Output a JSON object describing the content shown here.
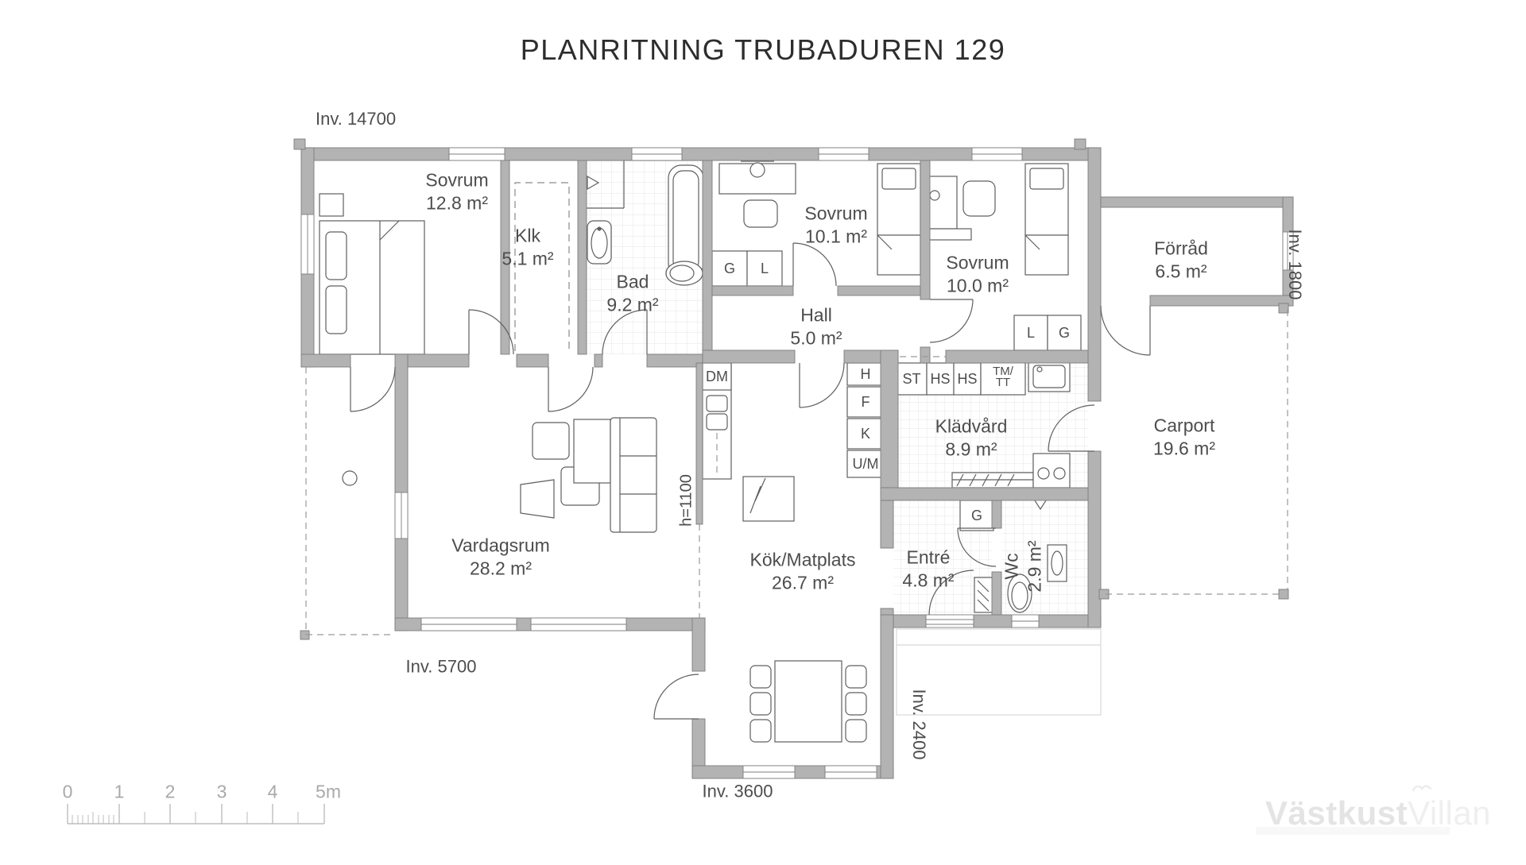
{
  "title": "PLANRITNING TRUBADUREN 129",
  "rooms": {
    "sovrum1": {
      "name": "Sovrum",
      "area": "12.8 m²"
    },
    "klk": {
      "name": "Klk",
      "area": "5.1 m²"
    },
    "bad": {
      "name": "Bad",
      "area": "9.2 m²"
    },
    "sovrum2": {
      "name": "Sovrum",
      "area": "10.1 m²"
    },
    "sovrum3": {
      "name": "Sovrum",
      "area": "10.0 m²"
    },
    "forrad": {
      "name": "Förråd",
      "area": "6.5 m²"
    },
    "hall": {
      "name": "Hall",
      "area": "5.0 m²"
    },
    "vardagsrum": {
      "name": "Vardagsrum",
      "area": "28.2 m²"
    },
    "kok": {
      "name": "Kök/Matplats",
      "area": "26.7 m²"
    },
    "kladvard": {
      "name": "Klädvård",
      "area": "8.9 m²"
    },
    "entre": {
      "name": "Entré",
      "area": "4.8 m²"
    },
    "wc": {
      "name": "Wc",
      "area": "2.9 m²"
    },
    "carport": {
      "name": "Carport",
      "area": "19.6 m²"
    }
  },
  "dimensions": {
    "top": "Inv. 14700",
    "right": "Inv. 1800",
    "bottom_left": "Inv. 5700",
    "bottom_center": "Inv. 3600",
    "porch": "Inv. 2400",
    "half_wall": "h=1100"
  },
  "closets": {
    "sovrum2_g": "G",
    "sovrum2_l": "L",
    "sovrum3_l": "L",
    "sovrum3_g": "G",
    "entre_g": "G"
  },
  "appliances": {
    "dm": "DM",
    "h": "H",
    "f": "F",
    "k": "K",
    "um": "U/M",
    "st": "ST",
    "hs1": "HS",
    "hs2": "HS",
    "tm_line1": "TM/",
    "tm_line2": "TT"
  },
  "scale_bar": {
    "t0": "0",
    "t1": "1",
    "t2": "2",
    "t3": "3",
    "t4": "4",
    "t5": "5m"
  },
  "colors": {
    "wall": "#b3b3b3",
    "line": "#5f5f5f",
    "tile": "#e4e4e4",
    "text": "#4d4d4d"
  },
  "logo": {
    "bold": "Västkust",
    "light": "Villan"
  }
}
